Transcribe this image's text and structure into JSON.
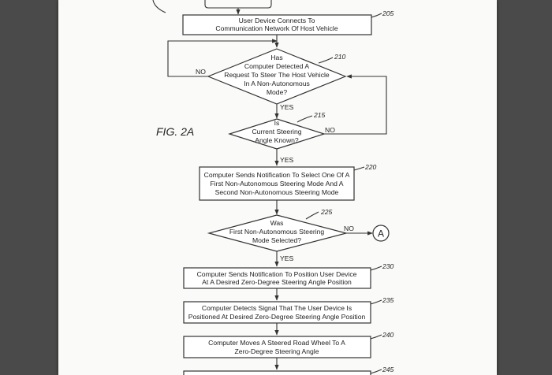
{
  "figure_label": "FIG. 2A",
  "steps": {
    "s205": {
      "ref": "205",
      "lines": [
        "User Device Connects To",
        "Communication Network Of Host Vehicle"
      ]
    },
    "s210": {
      "ref": "210",
      "lines": [
        "Has",
        "Computer Detected A",
        "Request To Steer The Host Vehicle",
        "In A Non-Autonomous",
        "Mode?"
      ]
    },
    "s215": {
      "ref": "215",
      "lines": [
        "Is",
        "Current Steering",
        "Angle Known?"
      ]
    },
    "s220": {
      "ref": "220",
      "lines": [
        "Computer Sends Notification To Select One Of A",
        "First Non-Autonomous Steering Mode And A",
        "Second Non-Autonomous Steering Mode"
      ]
    },
    "s225": {
      "ref": "225",
      "lines": [
        "Was",
        "First Non-Autonomous Steering",
        "Mode Selected?"
      ]
    },
    "s230": {
      "ref": "230",
      "lines": [
        "Computer Sends Notification To Position User Device",
        "At A Desired Zero-Degree Steering Angle Position"
      ]
    },
    "s235": {
      "ref": "235",
      "lines": [
        "Computer Detects Signal That The User Device Is",
        "Positioned At Desired Zero-Degree Steering Angle Position"
      ]
    },
    "s240": {
      "ref": "240",
      "lines": [
        "Computer Moves A Steered Road Wheel To A",
        "Zero-Degree Steering Angle"
      ]
    },
    "s245": {
      "ref": "245"
    }
  },
  "labels": {
    "yes": "YES",
    "no": "NO",
    "connector": "A"
  }
}
